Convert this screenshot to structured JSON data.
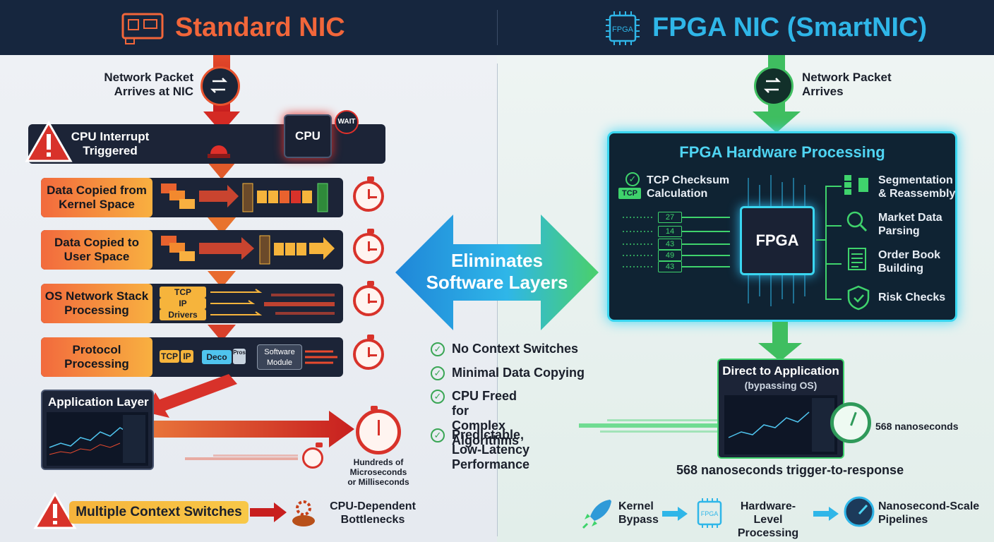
{
  "header": {
    "left_title": "Standard NIC",
    "right_title": "FPGA NIC (SmartNIC)"
  },
  "left": {
    "packet_arrives": "Network Packet\nArrives at NIC",
    "interrupt": "CPU Interrupt\nTriggered",
    "cpu_chip": "CPU",
    "wait_badge": "WAIT",
    "steps": [
      {
        "label": "Data Copied from\nKernel Space"
      },
      {
        "label": "Data Copied to\nUser Space"
      },
      {
        "label": "OS Network Stack\nProcessing"
      },
      {
        "label": "Protocol\nProcessing"
      }
    ],
    "stack_tags": [
      "TCP",
      "IP",
      "Drivers"
    ],
    "protocol_tags": [
      "TCP",
      "IP",
      "Deco",
      "Pros",
      "Software\nModule"
    ],
    "application_layer": "Application Layer",
    "latency": "Hundreds of\nMicroseconds\nor Milliseconds",
    "context_switches": "Multiple Context Switches",
    "bottleneck": "CPU-Dependent\nBottlenecks"
  },
  "center": {
    "banner": "Eliminates\nSoftware Layers",
    "benefits": [
      "No Context Switches",
      "Minimal Data Copying",
      "CPU Freed for\nComplex Algorithms",
      "Predictable,\nLow-Latency\nPerformance"
    ]
  },
  "right": {
    "packet_arrives": "Network Packet\nArrives",
    "panel_title": "FPGA Hardware Processing",
    "checksum": "TCP Checksum\nCalculation",
    "tcp_tag": "TCP",
    "fpga_chip": "FPGA",
    "input_values": [
      "27",
      "14",
      "43",
      "49",
      "43"
    ],
    "functions": [
      "Segmentation\n& Reassembly",
      "Market Data\nParsing",
      "Order Book\nBuilding",
      "Risk Checks"
    ],
    "direct_app": "Direct to Application",
    "bypass": "(bypassing OS)",
    "timer_label": "568 nanoseconds",
    "trigger_response": "568 nanoseconds trigger-to-response",
    "bottom_items": [
      "Kernel\nBypass",
      "Hardware-Level\nProcessing",
      "Nanosecond-Scale\nPipelines"
    ],
    "small_fpga_icon": "FPGA"
  },
  "colors": {
    "orange": "#f26a3d",
    "red": "#d8322a",
    "blue": "#2fb6e8",
    "green": "#3fd36c",
    "navy": "#16263e"
  }
}
